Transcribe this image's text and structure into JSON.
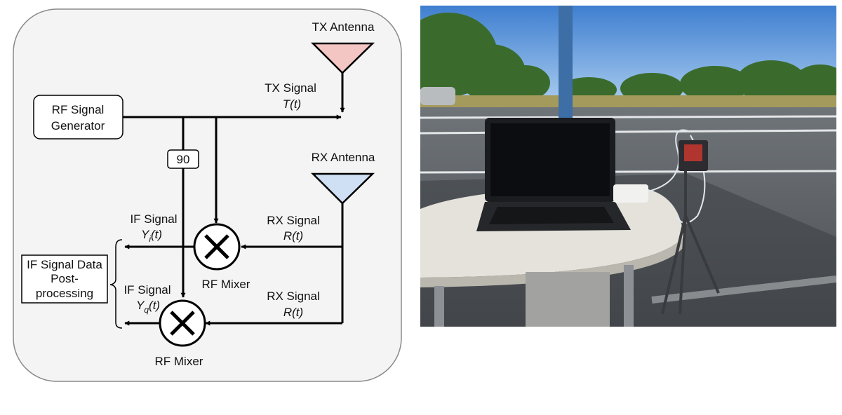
{
  "diagram": {
    "tx_antenna_label": "TX Antenna",
    "rx_antenna_label": "RX Antenna",
    "rf_generator_line1": "RF Signal",
    "rf_generator_line2": "Generator",
    "tx_signal_label": "TX Signal",
    "tx_signal_func": "T(t)",
    "phase_shift_label": "90",
    "if_signal_label_top": "IF Signal",
    "if_signal_func_top_base": "Y",
    "if_signal_func_top_sub": "i",
    "if_signal_func_top_arg": "(t)",
    "if_signal_label_bottom": "IF Signal",
    "if_signal_func_bottom_base": "Y",
    "if_signal_func_bottom_sub": "q",
    "if_signal_func_bottom_arg": "(t)",
    "rx_signal_label_top": "RX Signal",
    "rx_signal_func_top": "R(t)",
    "rx_signal_label_bottom": "RX Signal",
    "rx_signal_func_bottom": "R(t)",
    "mixer_label_top": "RF Mixer",
    "mixer_label_bottom": "RF Mixer",
    "postprocessing_line1": "IF Signal Data",
    "postprocessing_line2": "Post-",
    "postprocessing_line3": "processing",
    "tx_antenna_color": "#f3c6c4",
    "rx_antenna_color": "#cfe0f4",
    "panel_color": "#f4f4f4"
  },
  "photo": {
    "scene": "outdoor-parking-lot-radar-setup"
  }
}
